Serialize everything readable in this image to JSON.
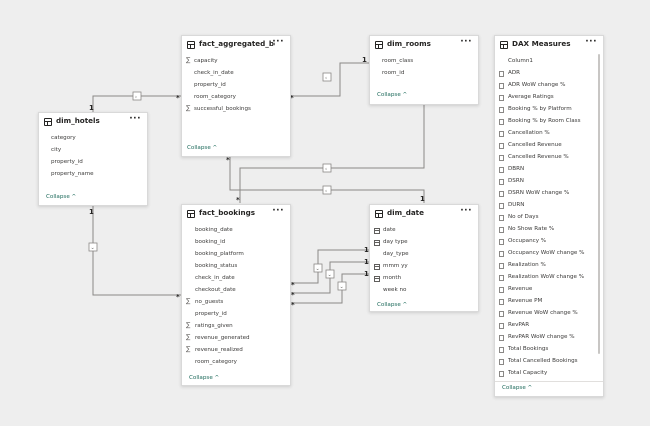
{
  "tables": {
    "fact_aggregated_bookings": {
      "title": "fact_aggregated_booki...",
      "fields": [
        "capacity",
        "check_in_date",
        "property_id",
        "room_category",
        "successful_bookings"
      ],
      "collapse": "Collapse ^"
    },
    "dim_rooms": {
      "title": "dim_rooms",
      "fields": [
        "room_class",
        "room_id"
      ],
      "collapse": "Collapse ^"
    },
    "dim_hotels": {
      "title": "dim_hotels",
      "fields": [
        "category",
        "city",
        "property_id",
        "property_name"
      ],
      "collapse": "Collapse ^"
    },
    "fact_bookings": {
      "title": "fact_bookings",
      "fields": [
        "booking_date",
        "booking_id",
        "booking_platform",
        "booking_status",
        "check_in_date",
        "checkout_date",
        "no_guests",
        "property_id",
        "ratings_given",
        "revenue_generated",
        "revenue_realized",
        "room_category"
      ],
      "collapse": "Collapse ^"
    },
    "dim_date": {
      "title": "dim_date",
      "fields": [
        "date",
        "day type",
        "day_type",
        "mmm yy",
        "month",
        "week no"
      ],
      "collapse": "Collapse ^"
    },
    "dax_measures": {
      "title": "DAX Measures",
      "fields": [
        "Column1",
        "ADR",
        "ADR WoW change %",
        "Average Ratings",
        "Booking % by Platform",
        "Booking % by Room Class",
        "Cancellation %",
        "Cancelled Revenue",
        "Cancelled Revenue %",
        "DBRN",
        "DSRN",
        "DSRN WoW change %",
        "DURN",
        "No of Days",
        "No Show Rate %",
        "Occupancy %",
        "Occupancy WoW change %",
        "Realization %",
        "Realization WoW change %",
        "Revenue",
        "Revenue PM",
        "Revenue WoW change %",
        "RevPAR",
        "RevPAR WoW change %",
        "Total Bookings",
        "Total Cancelled Bookings",
        "Total Capacity"
      ],
      "collapse": "Collapse ^"
    }
  },
  "ui": {
    "more_icon": "···",
    "sigma": "∑"
  },
  "relationships": {
    "one": "1",
    "many": "*",
    "hotels_to_agg_many": "*",
    "hotels_to_agg_one": "1",
    "rooms_to_agg_one": "1",
    "rooms_to_agg_many": "*",
    "rooms_to_bookings_many": "*",
    "rooms_to_bookings_one": "1",
    "hotels_to_bookings_one": "1",
    "hotels_to_bookings_many": "*",
    "agg_star": "*",
    "date_ones": [
      "1",
      "1",
      "1"
    ],
    "booking_stars": [
      "*",
      "*",
      "*"
    ]
  },
  "colors": {
    "line": "#8a8886",
    "accent": "#1f6b5c",
    "card": "#ffffff"
  }
}
